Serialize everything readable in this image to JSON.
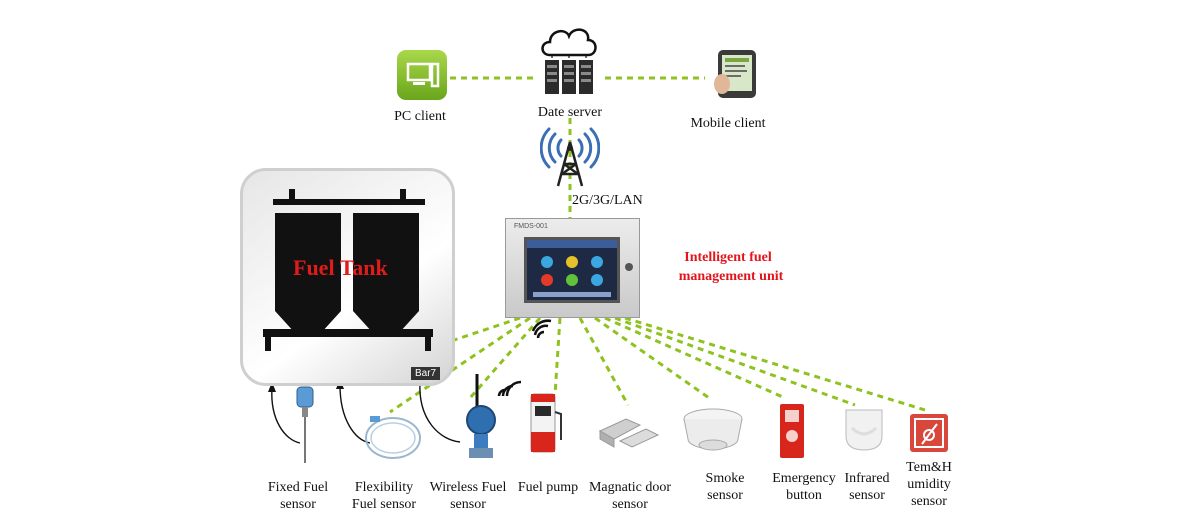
{
  "top": {
    "pc_client": "PC client",
    "date_server": "Date server",
    "mobile_client": "Mobile client",
    "network": "2G/3G/LAN"
  },
  "unit": {
    "label_line1": "Intelligent fuel",
    "label_line2": "management unit",
    "device_tag": "FMDS-001"
  },
  "tank": {
    "label": "Fuel Tank",
    "tag": "Bar7"
  },
  "devices": [
    {
      "line1": "Fixed Fuel",
      "line2": "sensor"
    },
    {
      "line1": "Flexibility",
      "line2": "Fuel sensor"
    },
    {
      "line1": "Wireless Fuel",
      "line2": "sensor"
    },
    {
      "line1": "Fuel pump",
      "line2": ""
    },
    {
      "line1": "Magnatic door",
      "line2": "sensor"
    },
    {
      "line1": "Smoke",
      "line2": "sensor"
    },
    {
      "line1": "Emergency",
      "line2": "button"
    },
    {
      "line1": "Infrared",
      "line2": "sensor"
    },
    {
      "line1": "Tem&H",
      "line2": "umidity",
      "line3": "sensor"
    }
  ],
  "colors": {
    "link": "#8dc21f",
    "accent_red": "#e3141b"
  }
}
